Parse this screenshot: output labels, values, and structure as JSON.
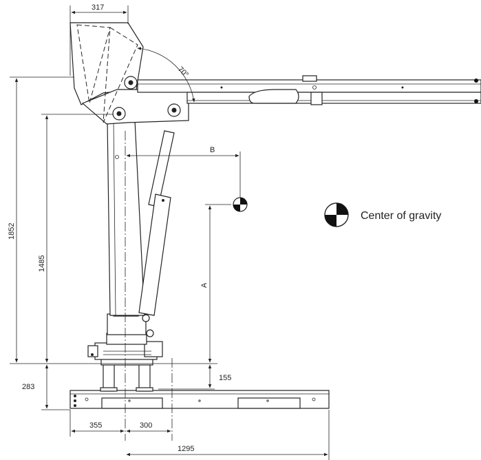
{
  "dimensions": {
    "top_width": "317",
    "boom_angle": "70°",
    "height_total": "1852",
    "height_pivot": "1485",
    "dist_b": "B",
    "dist_a": "A",
    "base_height": "283",
    "offset_155": "155",
    "base_left": "355",
    "base_mid": "300",
    "base_length": "1295"
  },
  "legend": {
    "label": "Center of gravity",
    "icon": "center-of-gravity-icon"
  },
  "colors": {
    "line": "#222222",
    "fill": "#ffffff",
    "dark": "#111111"
  }
}
